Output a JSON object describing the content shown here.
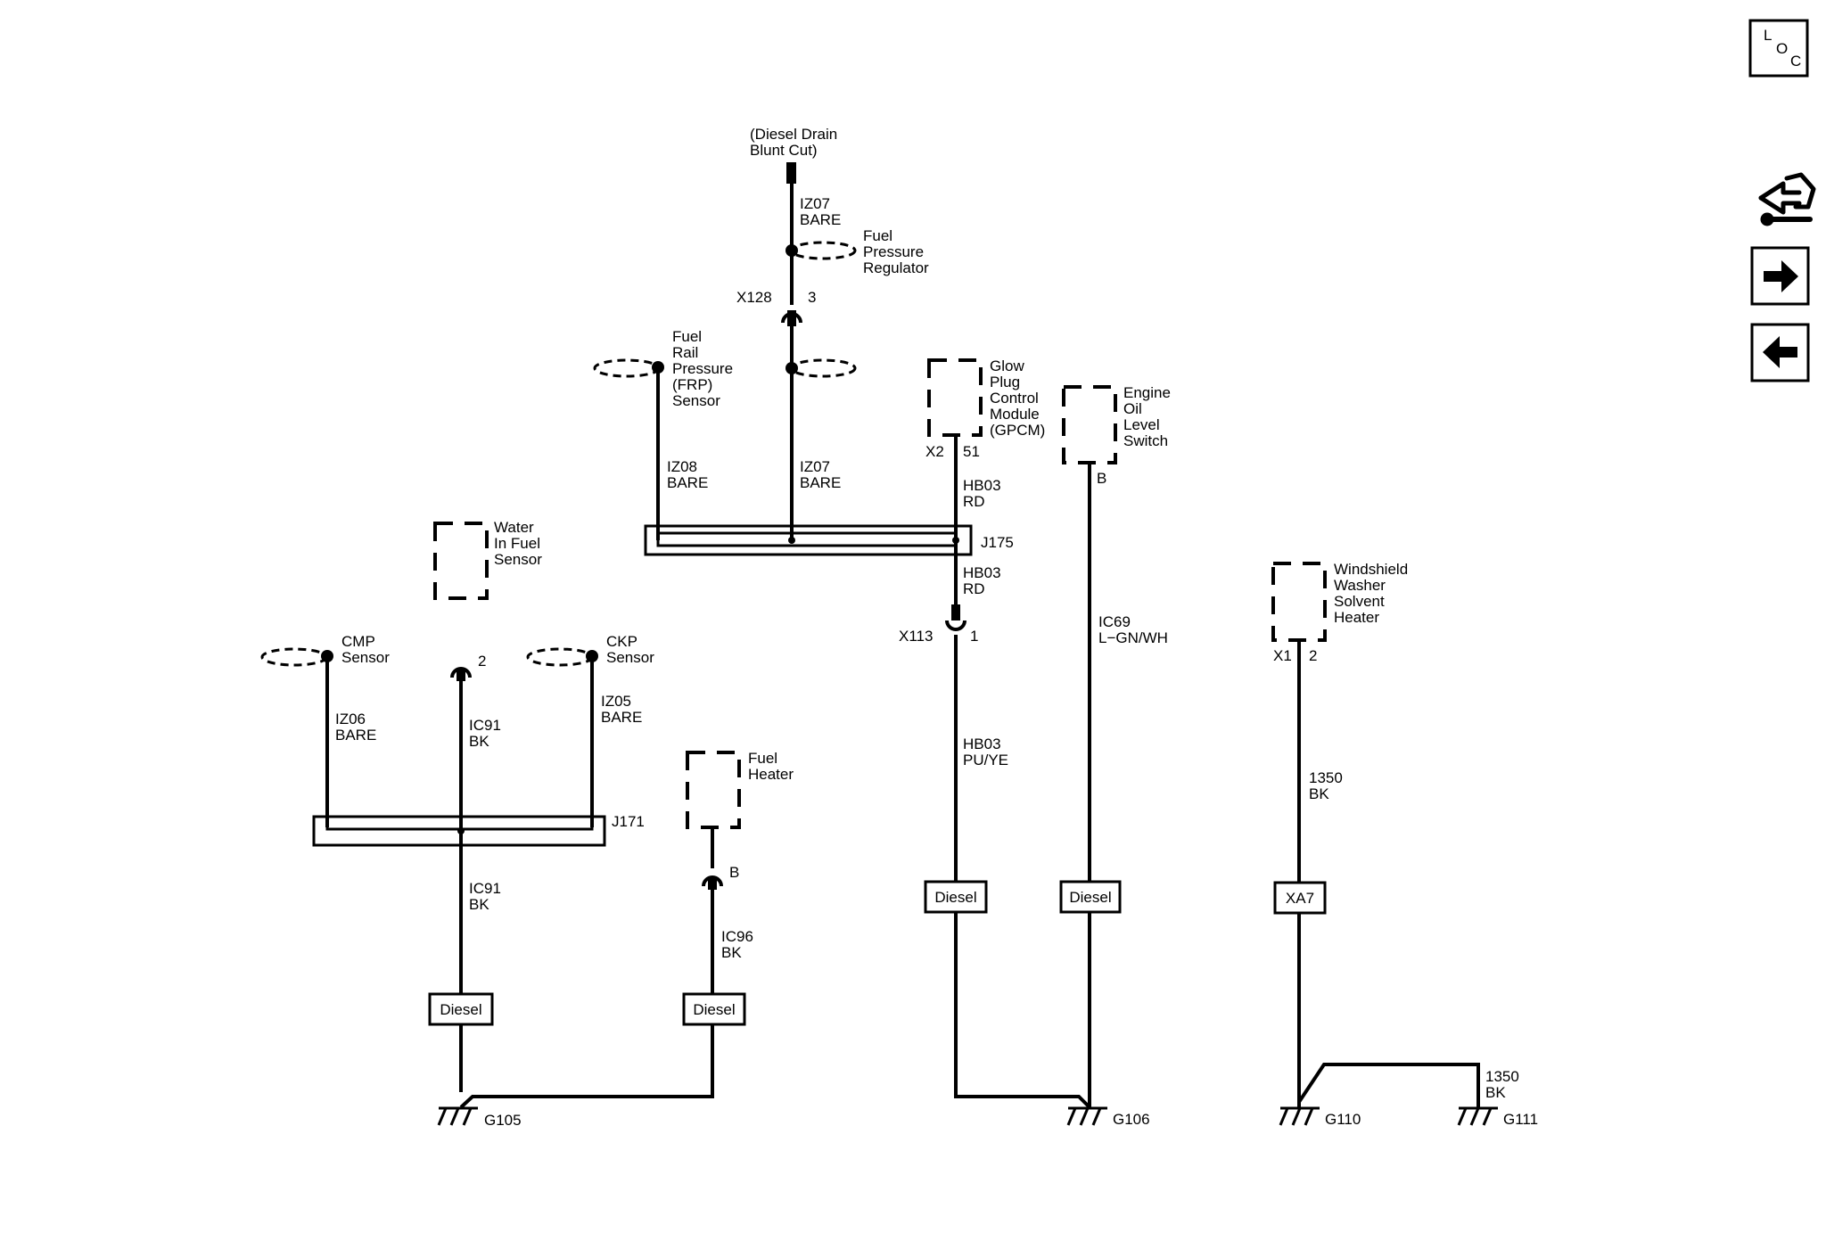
{
  "nav": {
    "loc_letters": [
      "L",
      "O",
      "C"
    ],
    "icons": [
      "loc-icon",
      "wrench-car-icon",
      "arrow-right-icon",
      "arrow-left-icon"
    ]
  },
  "colors": {
    "line": "#000000",
    "background": "#ffffff"
  },
  "diagram": {
    "top": {
      "drain_label": [
        "(Diesel Drain",
        "Blunt Cut)"
      ],
      "wire_iz07_a": [
        "IZ07",
        "BARE"
      ],
      "fuel_pressure_regulator": [
        "Fuel",
        "Pressure",
        "Regulator"
      ],
      "x128_connector": "X128",
      "x128_pin": "3",
      "frp_sensor": [
        "Fuel",
        "Rail",
        "Pressure",
        "(FRP)",
        "Sensor"
      ],
      "wire_iz08": [
        "IZ08",
        "BARE"
      ],
      "wire_iz07_b": [
        "IZ07",
        "BARE"
      ],
      "splice_j175": "J175"
    },
    "gpcm": {
      "name": [
        "Glow",
        "Plug",
        "Control",
        "Module",
        "(GPCM)"
      ],
      "connector": "X2",
      "pin": "51",
      "wire_a": [
        "HB03",
        "RD"
      ],
      "wire_b": [
        "HB03",
        "RD"
      ],
      "x113_connector": "X113",
      "x113_pin": "1",
      "wire_c": [
        "HB03",
        "PU/YE"
      ],
      "option_label": "Diesel"
    },
    "oil_switch": {
      "name": [
        "Engine",
        "Oil",
        "Level",
        "Switch"
      ],
      "pin": "B",
      "wire": [
        "IC69",
        "L−GN/WH"
      ],
      "option_label": "Diesel",
      "ground": "G106"
    },
    "left": {
      "water_in_fuel": [
        "Water",
        "In Fuel",
        "Sensor"
      ],
      "wif_pin": "2",
      "cmp_sensor": [
        "CMP",
        "Sensor"
      ],
      "ckp_sensor": [
        "CKP",
        "Sensor"
      ],
      "wire_iz06": [
        "IZ06",
        "BARE"
      ],
      "wire_ic91_a": [
        "IC91",
        "BK"
      ],
      "wire_iz05": [
        "IZ05",
        "BARE"
      ],
      "splice_j171": "J171",
      "wire_ic91_b": [
        "IC91",
        "BK"
      ],
      "option_label_1": "Diesel",
      "fuel_heater": [
        "Fuel",
        "Heater"
      ],
      "heater_pin": "B",
      "wire_ic96": [
        "IC96",
        "BK"
      ],
      "option_label_2": "Diesel",
      "ground": "G105"
    },
    "washer": {
      "name": [
        "Windshield",
        "Washer",
        "Solvent",
        "Heater"
      ],
      "connector": "X1",
      "pin": "2",
      "wire_a": [
        "1350",
        "BK"
      ],
      "option_label": "XA7",
      "wire_b": [
        "1350",
        "BK"
      ],
      "ground_a": "G110",
      "ground_b": "G111"
    }
  }
}
